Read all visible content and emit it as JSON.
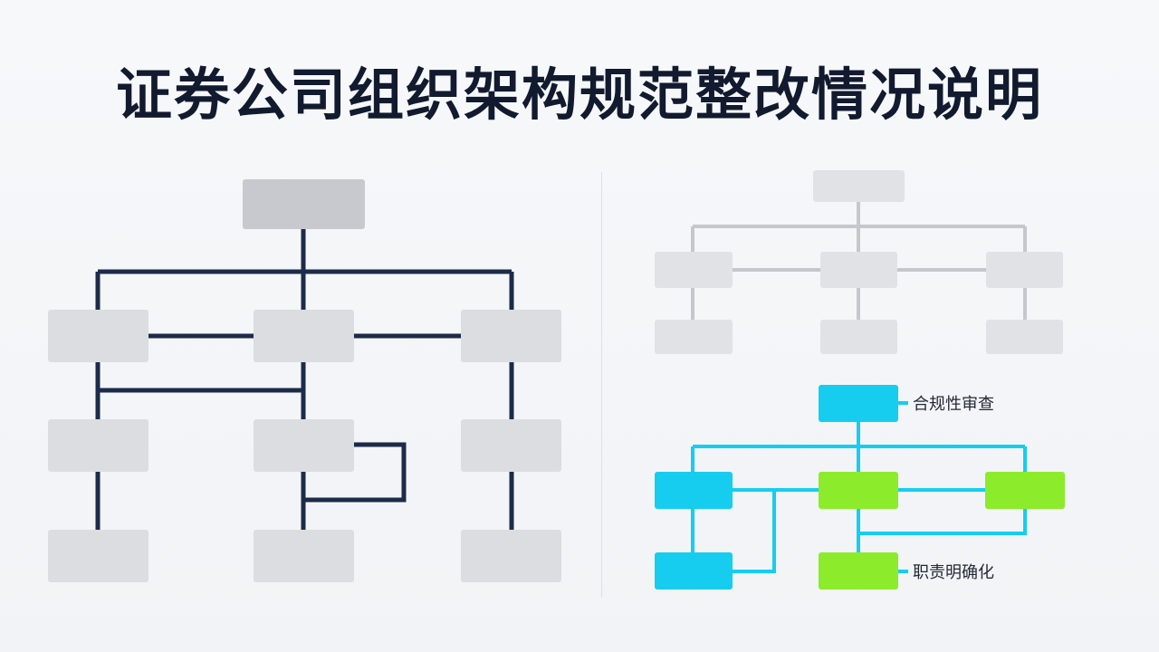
{
  "title": "证券公司组织架构规范整改情况说明",
  "callouts": {
    "compliance_review": "合规性审查",
    "clear_responsibilities": "职责明确化"
  },
  "colors": {
    "dark_line": "#1d2b4a",
    "gray_line": "#c4c7cc",
    "cyan": "#16cdf0",
    "green": "#8cec2b",
    "box_light": "#dcdde0",
    "box_head": "#c7c9ce"
  }
}
